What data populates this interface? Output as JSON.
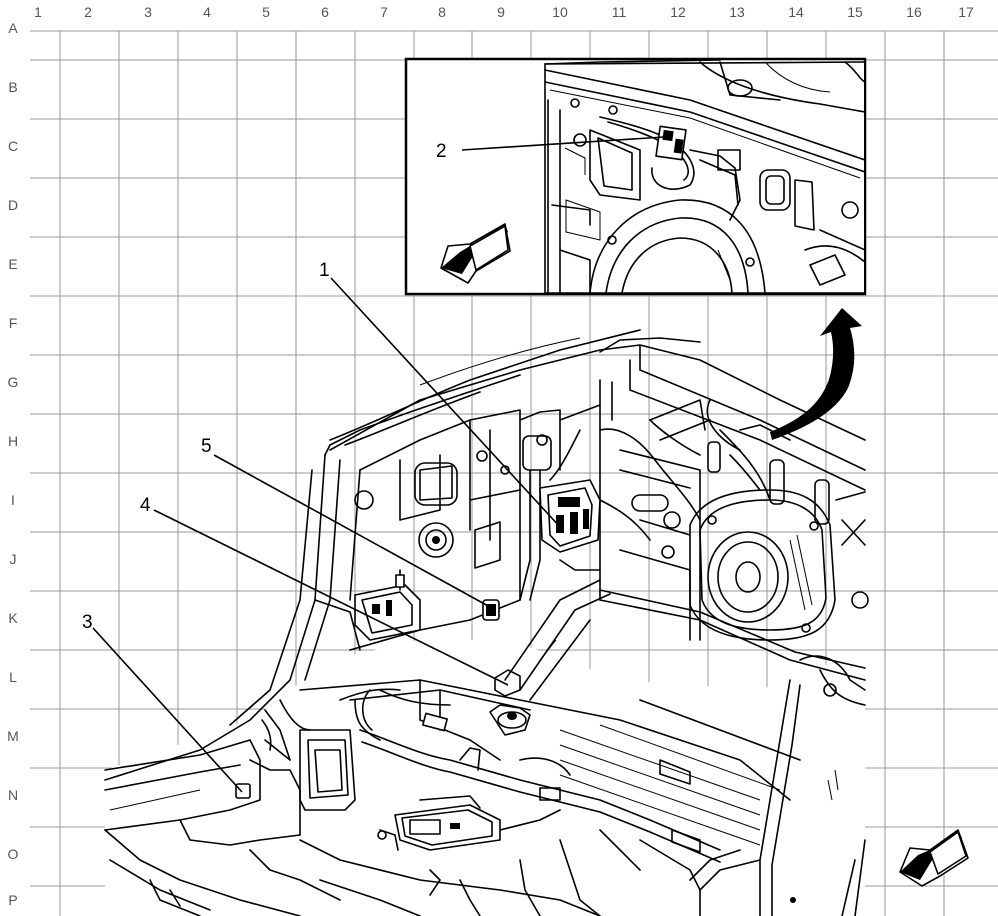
{
  "grid": {
    "columns": [
      "1",
      "2",
      "3",
      "4",
      "5",
      "6",
      "7",
      "8",
      "9",
      "10",
      "11",
      "12",
      "13",
      "14",
      "15",
      "16",
      "17"
    ],
    "rows": [
      "A",
      "B",
      "C",
      "D",
      "E",
      "F",
      "G",
      "H",
      "I",
      "J",
      "K",
      "L",
      "M",
      "N",
      "O",
      "P"
    ]
  },
  "callouts": [
    "1",
    "2",
    "3",
    "4",
    "5"
  ],
  "icons": {
    "direction_arrow": "forward-direction-arrow-icon",
    "detail_pointer": "curved-up-arrow-icon",
    "speaker": "speaker-icon",
    "connector": "connector-icon"
  },
  "colors": {
    "line": "#000000",
    "grid": "#9a9a9a",
    "label": "#555555",
    "background": "#ffffff"
  }
}
